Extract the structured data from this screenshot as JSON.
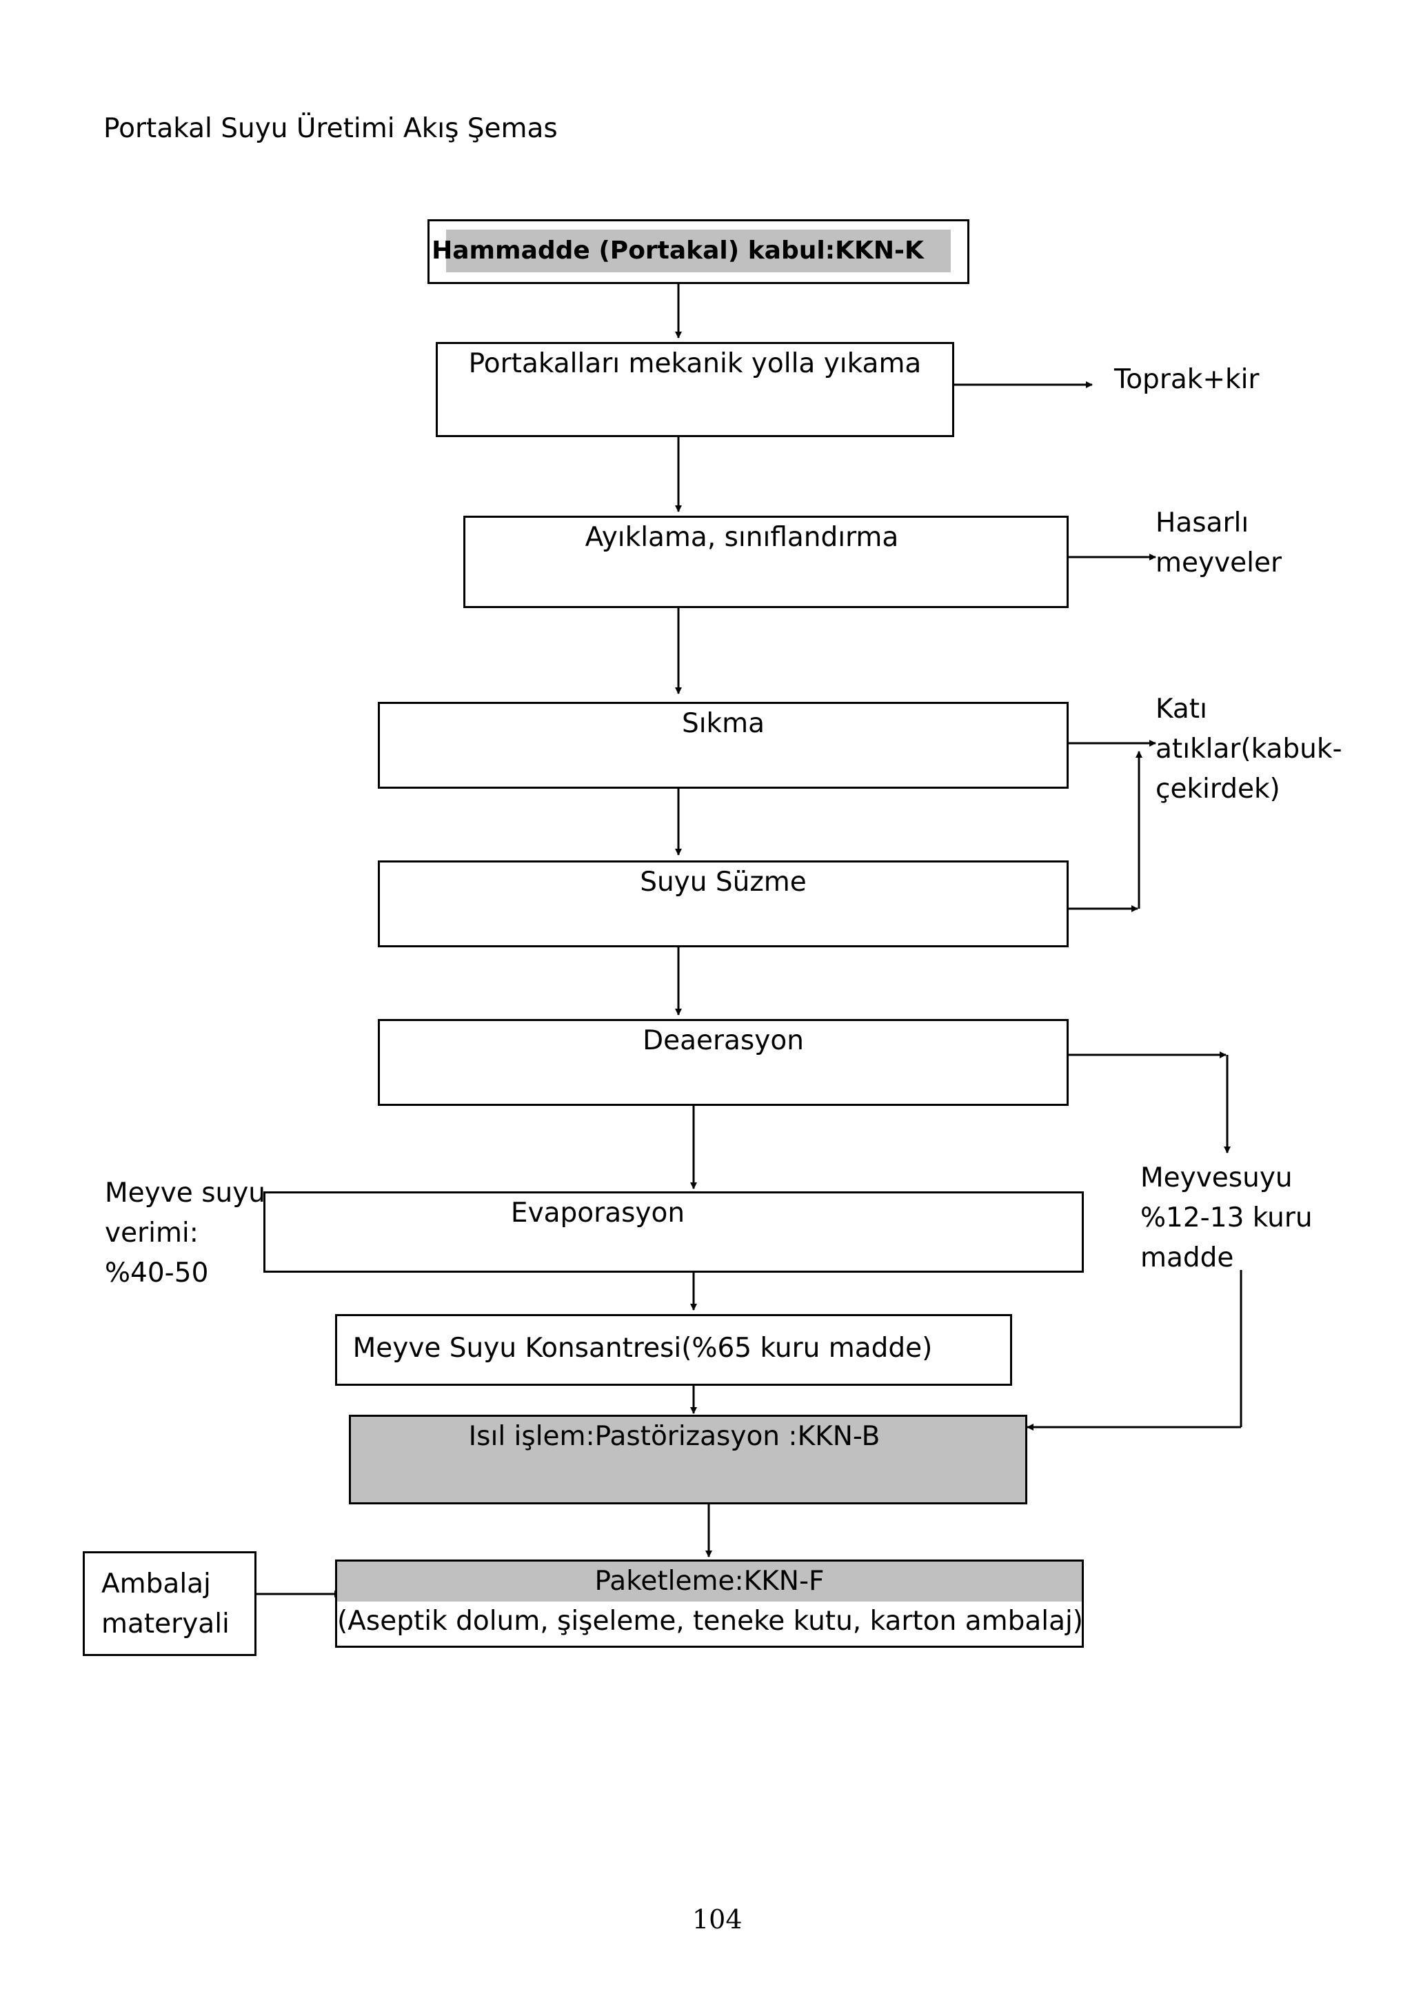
{
  "title": "Portakal Suyu Üretimi Akış Şemas",
  "steps": {
    "kabul": "Hammadde (Portakal) kabul:KKN-K",
    "yikama": "Portakalları mekanik yolla yıkama",
    "ayiklama": "Ayıklama, sınıflandırma",
    "sikma": "Sıkma",
    "suzme": "Suyu Süzme",
    "deaerasyon": "Deaerasyon",
    "evaporasyon": "Evaporasyon",
    "konsantre": "Meyve Suyu Konsantresi(%65 kuru madde)",
    "isil": "Isıl işlem:Pastörizasyon :KKN-B",
    "paket_line1": "Paketleme:KKN-F",
    "paket_line2": "(Aseptik dolum, şişeleme, teneke kutu, karton ambalaj)",
    "ambalaj_line1": "Ambalaj",
    "ambalaj_line2": "materyali"
  },
  "side_outputs": {
    "toprak": "Toprak+kir",
    "hasarli_line1": "Hasarlı",
    "hasarli_line2": "meyveler",
    "kati_line1": "Katı",
    "kati_line2": "atıklar(kabuk-",
    "kati_line3": "çekirdek)",
    "meyvesuyu_line1": "Meyvesuyu",
    "meyvesuyu_line2": "%12-13 kuru",
    "meyvesuyu_line3": "madde"
  },
  "yield_note": {
    "line1": "Meyve suyu",
    "line2": "verimi:",
    "line3": "%40-50"
  },
  "page_number": "104",
  "colors": {
    "highlight_gray": "#c0c0c0",
    "line": "#000000"
  }
}
